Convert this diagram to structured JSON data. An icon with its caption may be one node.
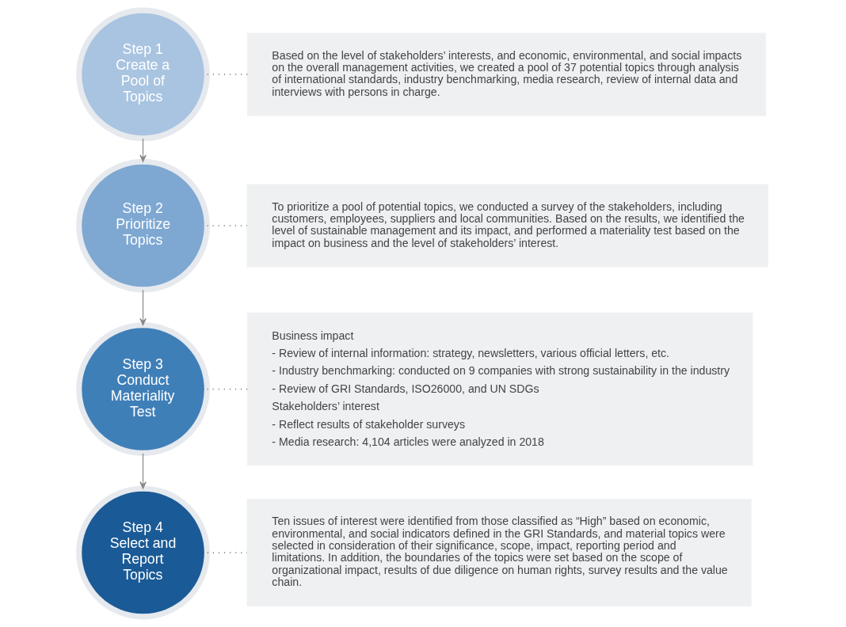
{
  "diagram": {
    "nodes": [
      {
        "text": [
          "Step 1",
          "Create a Pool of Topics"
        ]
      },
      {
        "text": [
          "Based on the level of stakeholders’ interests, and economic, environmental, and social impacts on the overall management activities, we created a pool of 37 potential topics through analysis of international standards, industry benchmarking, media research, review of internal data and interviews with persons in charge."
        ]
      },
      {
        "text": [
          "Step 2",
          "Prioritize Topics"
        ]
      },
      {
        "text": [
          "To prioritize a pool of potential topics, we conducted a survey of the stakeholders, including customers, employees, suppliers and local communities. Based on the results, we identified the level of sustainable management and its impact, and performed a materiality test based on the impact on business and the level of stakeholders’ interest."
        ]
      },
      {
        "text": [
          "Step 3",
          "Conduct Materiality Test"
        ]
      },
      {
        "text": [
          "Business impact",
          "- Review of internal information: strategy, newsletters, various official letters, etc.",
          "- Industry benchmarking: conducted on 9 companies with strong sustainability in the industry",
          "- Review of GRI Standards, ISO26000, and UN SDGs",
          "Stakeholders’ interest",
          "- Reflect results of stakeholder surveys",
          "- Media research: 4,104 articles were analyzed in 2018"
        ]
      },
      {
        "text": [
          "Step 4",
          "Select and Report Topics"
        ]
      },
      {
        "text": [
          "Ten issues of interest were identified from those classified as “High” based on economic, environmental, and social indicators defined in the GRI Standards, and material topics were selected in consideration of their significance, scope, impact, reporting period and limitations. In addition, the boundaries of the topics were set based on the scope of organizational impact, results of due diligence on human rights, survey results and the value chain."
        ]
      }
    ],
    "edges": [
      {
        "from": 0,
        "to": 1,
        "arrow": "none",
        "style": "dashed"
      },
      {
        "from": 0,
        "to": 2,
        "arrow": "to"
      },
      {
        "from": 2,
        "to": 3,
        "arrow": "none",
        "style": "dashed"
      },
      {
        "from": 2,
        "to": 4,
        "arrow": "to"
      },
      {
        "from": 4,
        "to": 5,
        "arrow": "none",
        "style": "dashed"
      },
      {
        "from": 4,
        "to": 6,
        "arrow": "to"
      },
      {
        "from": 6,
        "to": 7,
        "arrow": "none",
        "style": "dashed"
      }
    ]
  }
}
